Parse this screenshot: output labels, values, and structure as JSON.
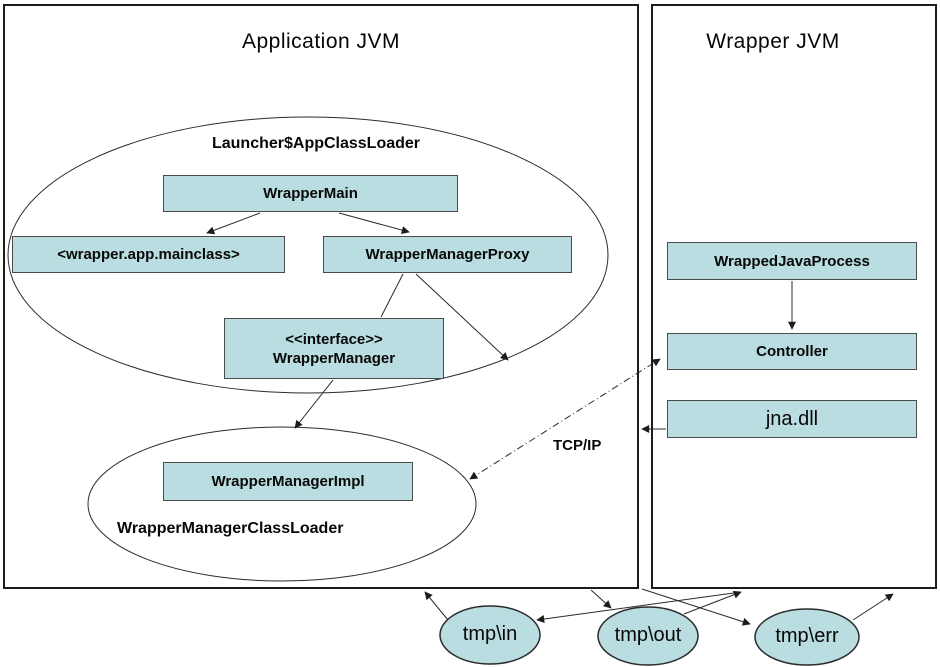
{
  "app_jvm": {
    "title": "Application JVM"
  },
  "wrapper_jvm": {
    "title": "Wrapper JVM"
  },
  "ellipses": {
    "launcher_label": "Launcher$AppClassLoader",
    "wm_classloader_label": "WrapperManagerClassLoader"
  },
  "boxes": {
    "wrapper_main": "WrapperMain",
    "mainclass": "<wrapper.app.mainclass>",
    "proxy": "WrapperManagerProxy",
    "interface_line1": "<<interface>>",
    "interface_line2": "WrapperManager",
    "impl": "WrapperManagerImpl",
    "wrapped_java_process": "WrappedJavaProcess",
    "controller": "Controller",
    "jna": "jna.dll"
  },
  "labels": {
    "tcpip": "TCP/IP"
  },
  "tmp_dirs": {
    "in": "tmp\\in",
    "out": "tmp\\out",
    "err": "tmp\\err"
  },
  "colors": {
    "box_fill": "#b9dde0",
    "box_border": "#4b4b4b",
    "container_border": "#1c1c1c",
    "line_stroke": "#2b2b2b",
    "background": "#ffffff",
    "text": "#080808"
  }
}
